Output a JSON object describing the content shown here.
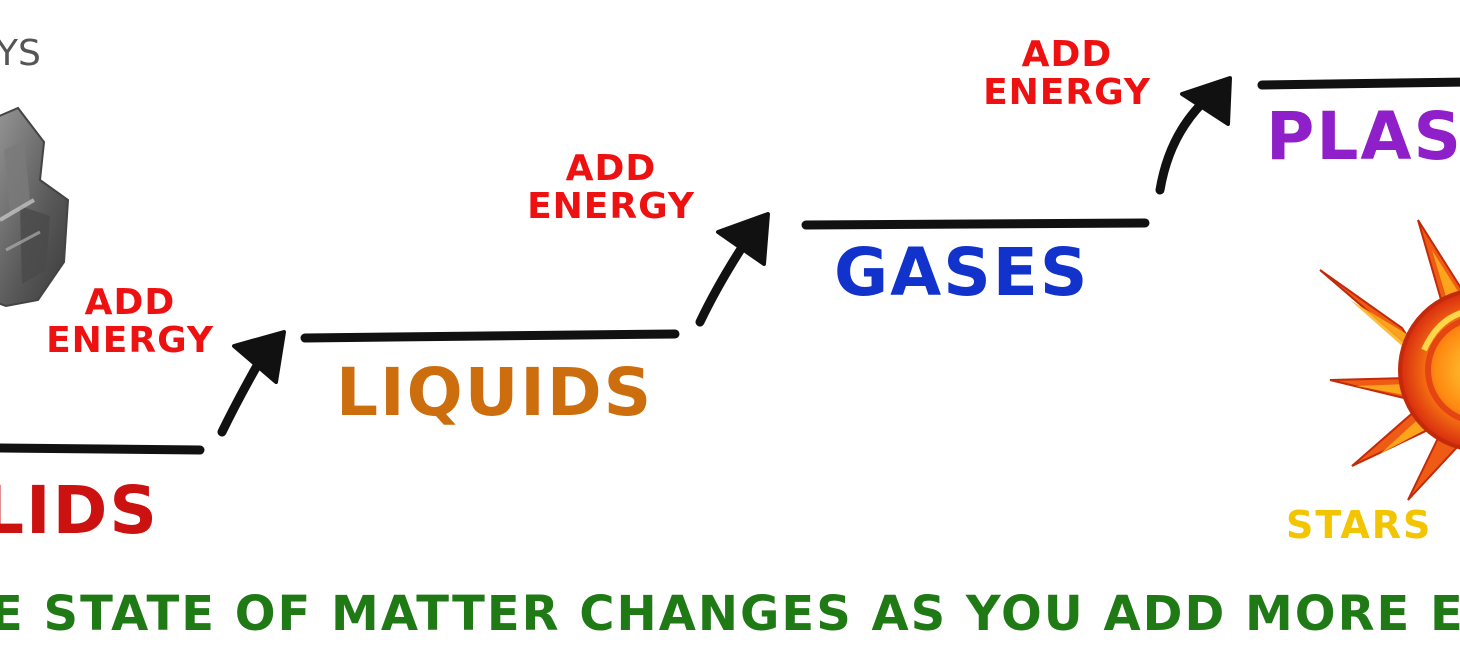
{
  "colors": {
    "solids": "#cc1111",
    "liquids": "#cc6e0d",
    "gases": "#1133cc",
    "plasma": "#8e1fc9",
    "energy": "#ee1111",
    "stars": "#f2c500",
    "caption": "#1f7a16",
    "fragment": "#555555",
    "ink": "#111111"
  },
  "states": {
    "solids": "LIDS",
    "liquids": "LIQUIDS",
    "gases": "GASES",
    "plasma": "PLAS"
  },
  "arrows": [
    {
      "line1": "ADD",
      "line2": "ENERGY"
    },
    {
      "line1": "ADD",
      "line2": "ENERGY"
    },
    {
      "line1": "ADD",
      "line2": "ENERGY"
    }
  ],
  "icons": {
    "solids": "rock-icon",
    "plasma": "sun-icon"
  },
  "top_fragment": "YS",
  "stars_label": "STARS",
  "caption": "E STATE OF MATTER CHANGES AS YOU ADD MORE ENER"
}
